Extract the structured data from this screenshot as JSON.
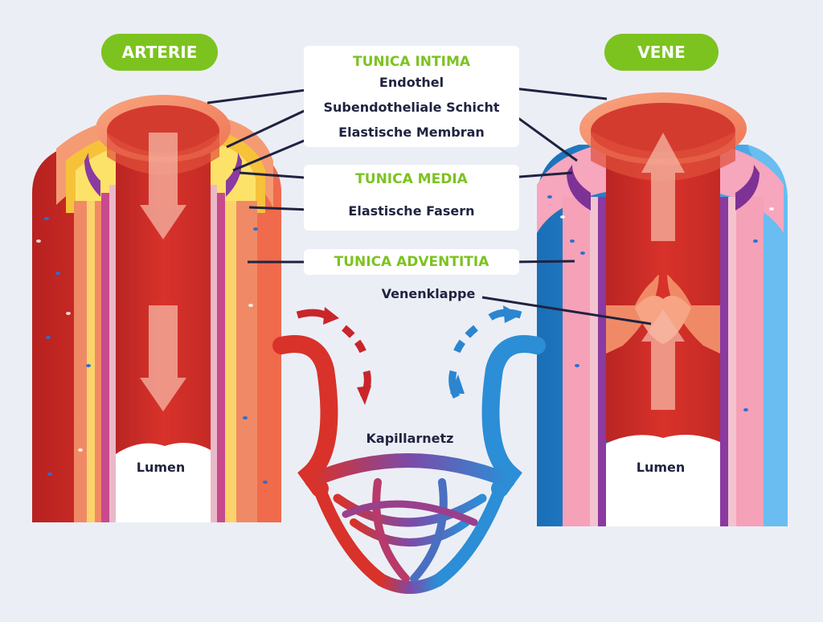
{
  "titles": {
    "artery": "ARTERIE",
    "vein": "VENE"
  },
  "layers": {
    "intima": "TUNICA INTIMA",
    "endothel": "Endothel",
    "subendothelial": "Subendotheliale Schicht",
    "membrane": "Elastische Membran",
    "media": "TUNICA MEDIA",
    "fibers": "Elastische Fasern",
    "adventitia": "TUNICA ADVENTITIA"
  },
  "labels": {
    "valve": "Venenklappe",
    "lumen_artery": "Lumen",
    "lumen_vein": "Lumen",
    "capillary": "Kapillarnetz"
  },
  "colors": {
    "accent_green": "#7cc320",
    "artery_red": "#d8322a",
    "vein_blue": "#2b8ed6",
    "label_dark": "#1f2340",
    "background": "#eceef6"
  }
}
